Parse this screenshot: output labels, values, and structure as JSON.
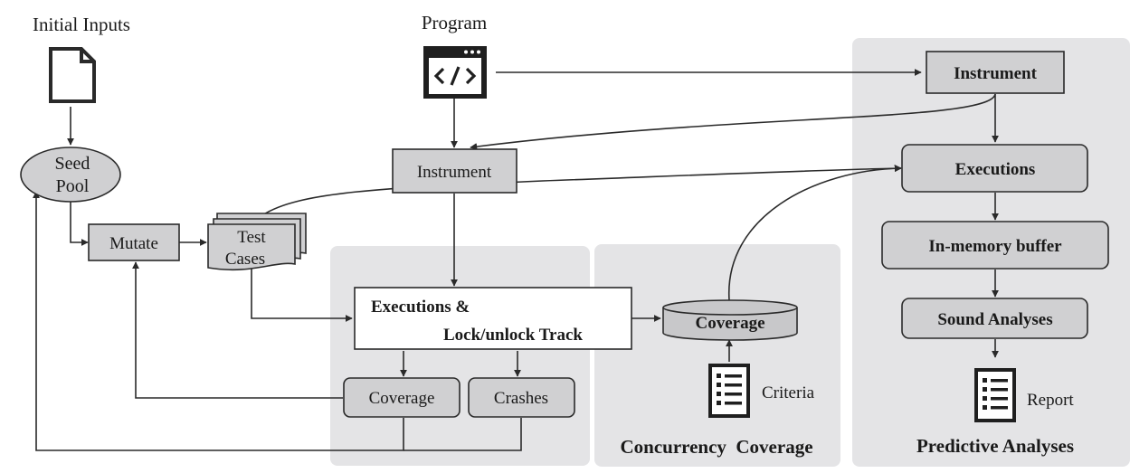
{
  "labels": {
    "initial_inputs": "Initial Inputs",
    "program": "Program",
    "seed_pool_line1": "Seed",
    "seed_pool_line2": "Pool",
    "mutate": "Mutate",
    "test_cases_line1": "Test",
    "test_cases_line2": "Cases",
    "instrument_mid": "Instrument",
    "exec_lock_line1": "Executions &",
    "exec_lock_line2": "Lock/unlock Track",
    "coverage_fuzz": "Coverage",
    "crashes": "Crashes",
    "coverage_db": "Coverage",
    "criteria": "Criteria",
    "instrument_right": "Instrument",
    "executions_right": "Executions",
    "in_memory_buffer": "In-memory buffer",
    "sound_analyses": "Sound Analyses",
    "report": "Report"
  },
  "regions": {
    "concurrency_coverage": "Concurrency  Coverage",
    "predictive_analyses": "Predictive Analyses"
  },
  "icons": {
    "program": "code-window-icon",
    "input_file": "document-icon",
    "criteria": "checklist-icon",
    "report": "checklist-icon"
  },
  "colors": {
    "region_fill": "#e4e4e6",
    "box_fill": "#d0d0d2",
    "line": "#2a2a2a"
  }
}
